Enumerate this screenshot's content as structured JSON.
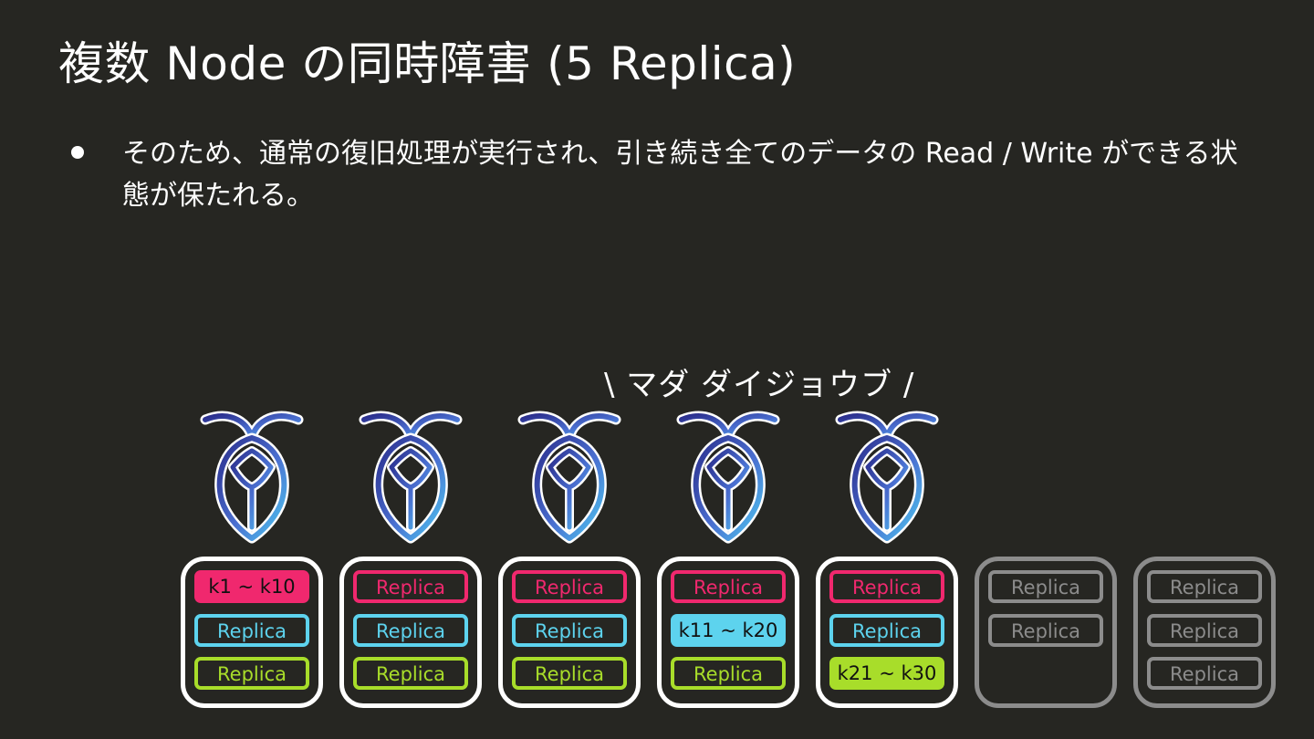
{
  "slide": {
    "title": "複数 Node の同時障害 (5 Replica)",
    "bullet": "そのため、通常の復旧処理が実行され、引き続き全てのデータの Read / Write ができる状態が保たれる。",
    "callout": "\\ マダ ダイジョウブ /"
  },
  "nodes": [
    {
      "state": "active",
      "slots": [
        {
          "text": "k1 ~ k10",
          "color": "pink",
          "style": "filled"
        },
        {
          "text": "Replica",
          "color": "cyan",
          "style": "outline"
        },
        {
          "text": "Replica",
          "color": "green",
          "style": "outline"
        }
      ]
    },
    {
      "state": "active",
      "slots": [
        {
          "text": "Replica",
          "color": "pink",
          "style": "outline"
        },
        {
          "text": "Replica",
          "color": "cyan",
          "style": "outline"
        },
        {
          "text": "Replica",
          "color": "green",
          "style": "outline"
        }
      ]
    },
    {
      "state": "active",
      "slots": [
        {
          "text": "Replica",
          "color": "pink",
          "style": "outline"
        },
        {
          "text": "Replica",
          "color": "cyan",
          "style": "outline"
        },
        {
          "text": "Replica",
          "color": "green",
          "style": "outline"
        }
      ]
    },
    {
      "state": "active",
      "slots": [
        {
          "text": "Replica",
          "color": "pink",
          "style": "outline"
        },
        {
          "text": "k11 ~ k20",
          "color": "cyan",
          "style": "filled"
        },
        {
          "text": "Replica",
          "color": "green",
          "style": "outline"
        }
      ]
    },
    {
      "state": "active",
      "slots": [
        {
          "text": "Replica",
          "color": "pink",
          "style": "outline"
        },
        {
          "text": "Replica",
          "color": "cyan",
          "style": "outline"
        },
        {
          "text": "k21 ~ k30",
          "color": "green",
          "style": "filled"
        }
      ]
    },
    {
      "state": "failed",
      "slots": [
        {
          "text": "Replica",
          "color": "gray",
          "style": "outline"
        },
        {
          "text": "Replica",
          "color": "gray",
          "style": "outline"
        }
      ]
    },
    {
      "state": "failed",
      "slots": [
        {
          "text": "Replica",
          "color": "gray",
          "style": "outline"
        },
        {
          "text": "Replica",
          "color": "gray",
          "style": "outline"
        },
        {
          "text": "Replica",
          "color": "gray",
          "style": "outline"
        }
      ]
    }
  ],
  "colors": {
    "background": "#262622",
    "pink": "#f0286e",
    "cyan": "#5dd3ee",
    "green": "#a8dd2a",
    "gray": "#8c8c8c"
  },
  "icons": {
    "node_logo": "cassandra-insect-logo-icon"
  }
}
